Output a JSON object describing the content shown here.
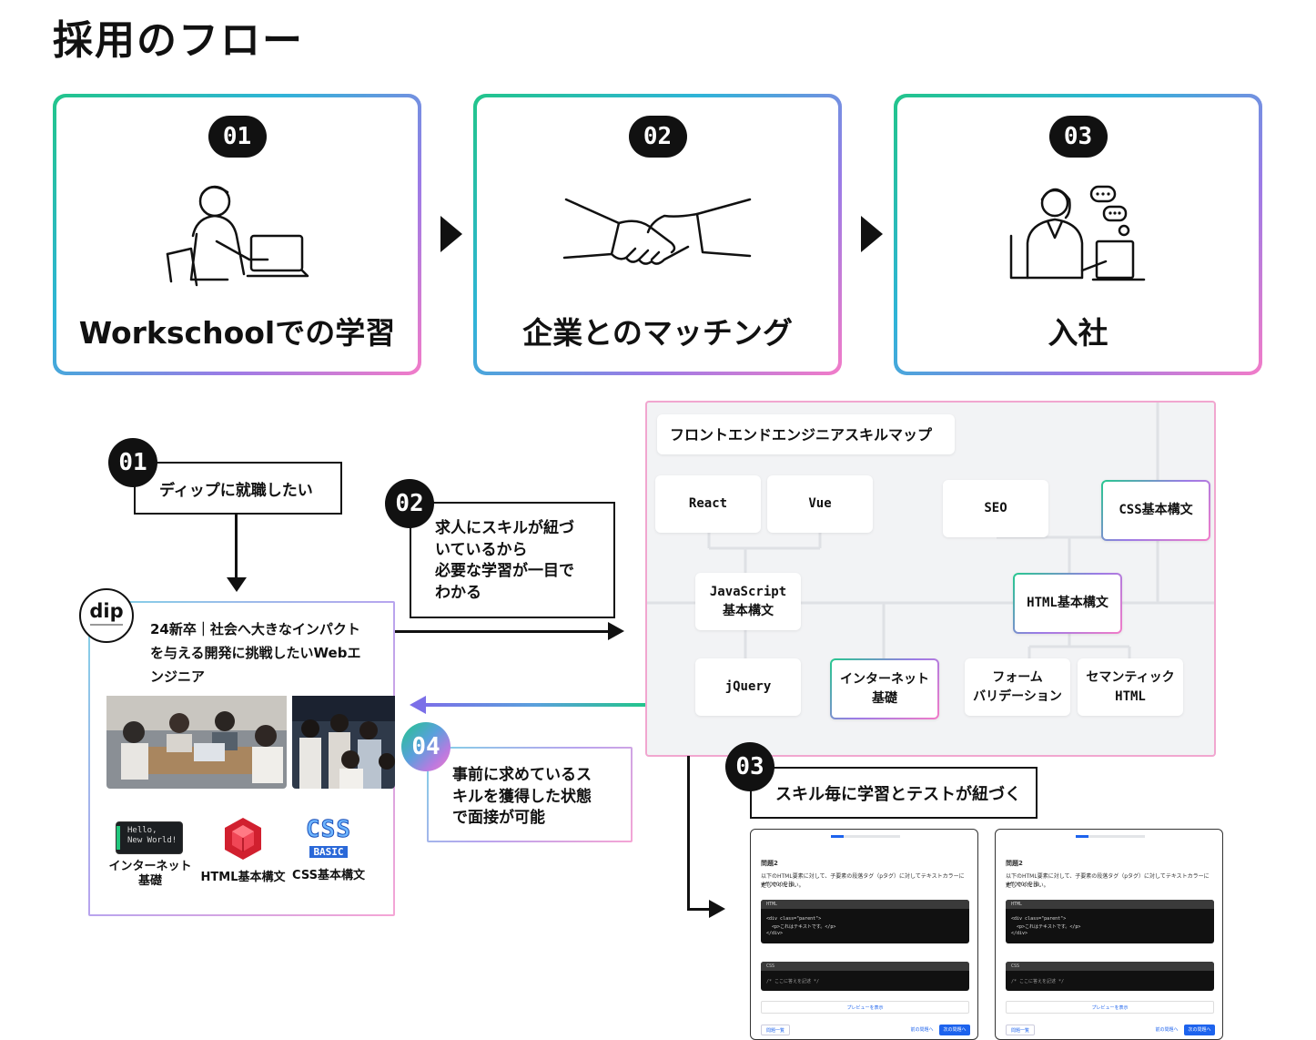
{
  "title": "採用のフロー",
  "steps": [
    {
      "num": "01",
      "label": "Workschoolでの学習",
      "icon": "person-laptop-icon"
    },
    {
      "num": "02",
      "label": "企業とのマッチング",
      "icon": "handshake-icon"
    },
    {
      "num": "03",
      "label": "入社",
      "icon": "office-worker-icon"
    }
  ],
  "flow": {
    "b01": {
      "num": "01",
      "text": "ディップに就職したい"
    },
    "b02": {
      "num": "02",
      "lines": [
        "求人にスキルが紐づ",
        "いているから",
        "必要な学習が一目で",
        "わかる"
      ]
    },
    "b03": {
      "num": "03",
      "text": "スキル毎に学習とテストが紐づく"
    },
    "b04": {
      "num": "04",
      "lines": [
        "事前に求めているス",
        "キルを獲得した状態",
        "で面接が可能"
      ]
    }
  },
  "job": {
    "logo": "dip",
    "title_lines": [
      "24新卒｜社会へ大きなインパクト",
      "を与える開発に挑戦したいWebエ",
      "ンジニア"
    ],
    "skills": [
      {
        "label_lines": [
          "インターネット",
          "基礎"
        ],
        "icon_text_1": "Hello,",
        "icon_text_2": "New World!"
      },
      {
        "label_lines": [
          "HTML基本構文"
        ]
      },
      {
        "label_lines": [
          "CSS基本構文"
        ],
        "icon_text_1": "CSS",
        "icon_text_2": "BASIC"
      }
    ]
  },
  "skillmap": {
    "title": "フロントエンドエンジニアスキルマップ",
    "nodes": {
      "react": "React",
      "vue": "Vue",
      "seo": "SEO",
      "css": "CSS基本構文",
      "js1": "JavaScript",
      "js2": "基本構文",
      "html": "HTML基本構文",
      "jquery": "jQuery",
      "net1": "インターネット",
      "net2": "基礎",
      "form1": "フォーム",
      "form2": "バリデーション",
      "sem1": "セマンティック",
      "sem2": "HTML"
    }
  },
  "quiz": {
    "question": "問題2",
    "desc1": "以下のHTML要素に対して、子要素の段落タグ（pタグ）に対してテキストカラーに#ff0000を指",
    "desc2": "定してください。",
    "html_head": "HTML",
    "code1": "<div class=\"parent\">",
    "code2": "  <p>これはテキストです。</p>",
    "code3": "</div>",
    "css_head": "CSS",
    "css_code": "/* ここに答えを記述 */",
    "preview": "プレビューを表示",
    "list": "問題一覧",
    "prev": "前の問題へ",
    "next": "次の問題へ"
  }
}
